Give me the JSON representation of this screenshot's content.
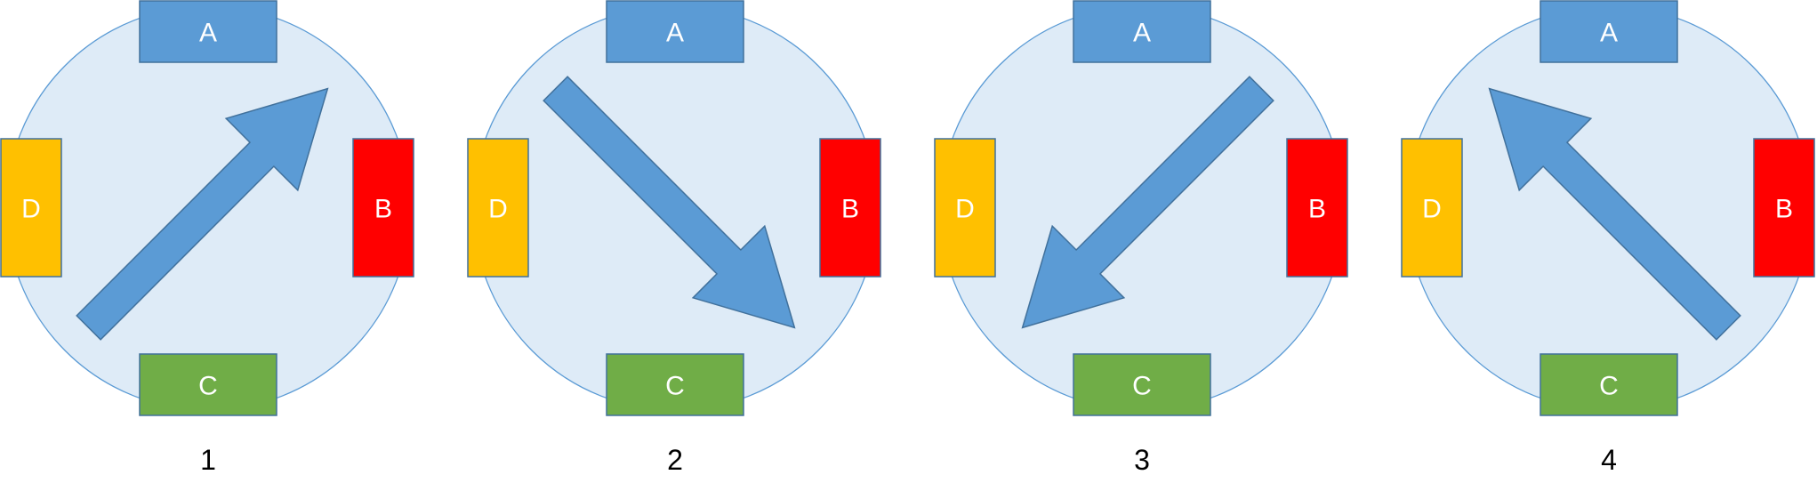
{
  "colors": {
    "disc_fill": "#DEEBF7",
    "disc_stroke": "#5B9BD5",
    "pad_stroke": "#41719C",
    "arrow_fill": "#5B9BD5",
    "arrow_stroke": "#41719C"
  },
  "pads": {
    "top": {
      "label": "A",
      "color": "#5B9BD5"
    },
    "right": {
      "label": "B",
      "color": "#FF0000"
    },
    "bottom": {
      "label": "C",
      "color": "#70AD47"
    },
    "left": {
      "label": "D",
      "color": "#FFC000"
    }
  },
  "panels": [
    {
      "caption": "1",
      "arrow_direction": "up-right"
    },
    {
      "caption": "2",
      "arrow_direction": "down-right"
    },
    {
      "caption": "3",
      "arrow_direction": "down-left"
    },
    {
      "caption": "4",
      "arrow_direction": "up-left"
    }
  ]
}
